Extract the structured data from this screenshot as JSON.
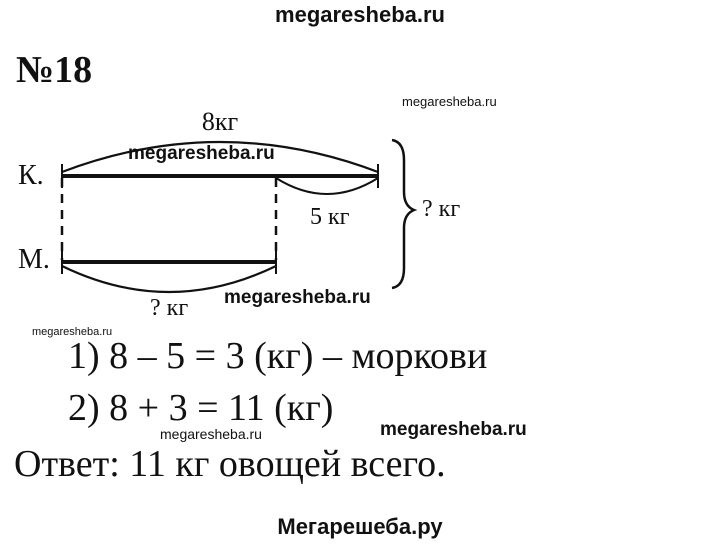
{
  "watermarks": {
    "top": "megaresheba.ru",
    "small_right": "megaresheba.ru",
    "on_diagram": "megaresheba.ru",
    "below_diagram": "megaresheba.ru",
    "small_left": "megaresheba.ru",
    "small_mid": "megaresheba.ru",
    "right_mid": "megaresheba.ru",
    "bottom": "Мегарешеба.ру"
  },
  "problem_number": "№18",
  "diagram": {
    "label_k": "К.",
    "label_m": "М.",
    "top_label": "8кг",
    "part_label": "5 кг",
    "total_label": "? кг",
    "bottom_label": "? кг"
  },
  "solution": {
    "step1": "1) 8 – 5 = 3 (кг) – моркови",
    "step2": "2) 8 + 3 = 11 (кг)"
  },
  "answer": "Ответ: 11 кг овощей всего."
}
